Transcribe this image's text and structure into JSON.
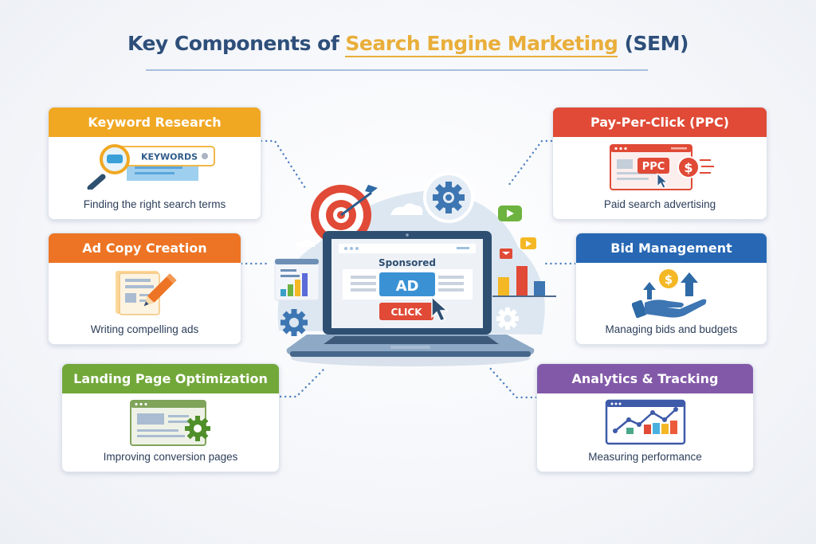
{
  "title": {
    "prefix": "Key Components of ",
    "highlight": "Search Engine Marketing",
    "suffix": " (SEM)"
  },
  "colors": {
    "title": "#2e4f7a",
    "highlight": "#e9ae3a",
    "keyword_research": "#f0a823",
    "ad_copy": "#ec7424",
    "landing_page": "#72a83a",
    "ppc": "#e04a36",
    "bid_management": "#2767b4",
    "analytics": "#8259a8",
    "connector": "#4d7fc0"
  },
  "cards": [
    {
      "id": "keyword-research",
      "title": "Keyword Research",
      "description": "Finding the right search terms",
      "icon": "magnifier-keywords-icon",
      "icon_text": "KEYWORDS"
    },
    {
      "id": "ad-copy-creation",
      "title": "Ad Copy Creation",
      "description": "Writing compelling ads",
      "icon": "document-pencil-icon"
    },
    {
      "id": "landing-page-optimization",
      "title": "Landing Page Optimization",
      "description": "Improving conversion pages",
      "icon": "browser-gear-icon"
    },
    {
      "id": "pay-per-click",
      "title": "Pay-Per-Click (PPC)",
      "description": "Paid search advertising",
      "icon": "ppc-browser-dollar-icon",
      "icon_text": "PPC"
    },
    {
      "id": "bid-management",
      "title": "Bid Management",
      "description": "Managing bids and budgets",
      "icon": "hand-dollar-arrows-icon"
    },
    {
      "id": "analytics-tracking",
      "title": "Analytics & Tracking",
      "description": "Measuring performance",
      "icon": "browser-chart-icon"
    }
  ],
  "center": {
    "sponsored_label": "Sponsored",
    "ad_label": "AD",
    "click_label": "CLICK"
  }
}
